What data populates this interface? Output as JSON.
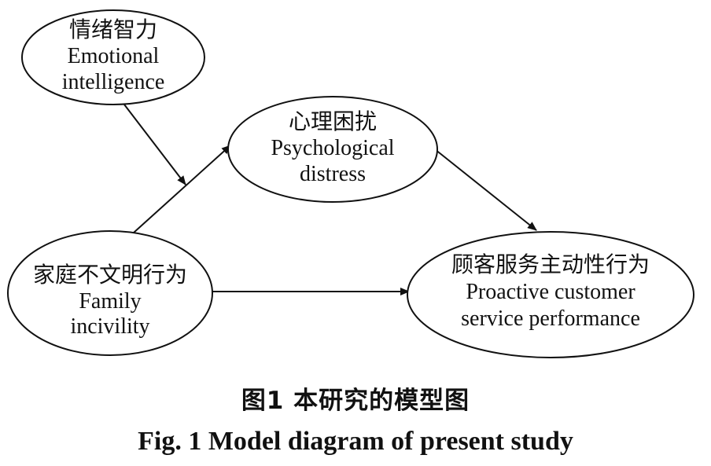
{
  "nodes": {
    "emotional_intelligence": {
      "cn": "情绪智力",
      "en1": "Emotional",
      "en2": "intelligence"
    },
    "psychological_distress": {
      "cn": "心理困扰",
      "en1": "Psychological",
      "en2": "distress"
    },
    "family_incivility": {
      "cn": "家庭不文明行为",
      "en1": "Family",
      "en2": "incivility"
    },
    "proactive_service": {
      "cn": "顾客服务主动性行为",
      "en1": "Proactive customer",
      "en2": "service performance"
    }
  },
  "caption": {
    "cn": "图1   本研究的模型图",
    "en": "Fig. 1   Model diagram of present study"
  },
  "colors": {
    "stroke": "#111111",
    "background": "#ffffff"
  }
}
